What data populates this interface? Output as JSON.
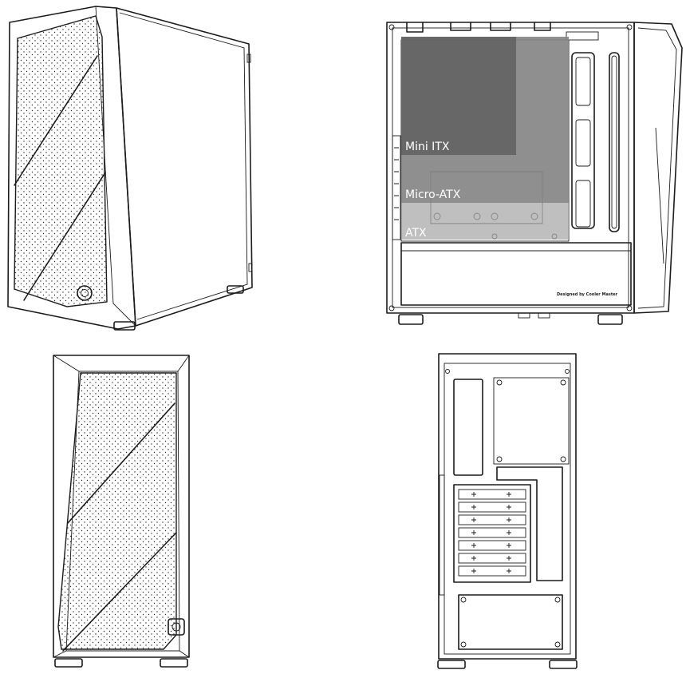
{
  "figure": {
    "views": [
      {
        "id": "front-three-quarter",
        "name": "Front three-quarter view"
      },
      {
        "id": "side-panel-open",
        "name": "Side view, panel open"
      },
      {
        "id": "front",
        "name": "Front view"
      },
      {
        "id": "rear",
        "name": "Rear view"
      }
    ],
    "motherboard_zones": [
      {
        "label": "Mini ITX",
        "shade": "#5a5a5a"
      },
      {
        "label": "Micro-ATX",
        "shade": "#7a7a7a"
      },
      {
        "label": "ATX",
        "shade": "#a9a9a9"
      }
    ],
    "brand_text": "Designed by Cooler Master",
    "expansion_slots": 7
  }
}
